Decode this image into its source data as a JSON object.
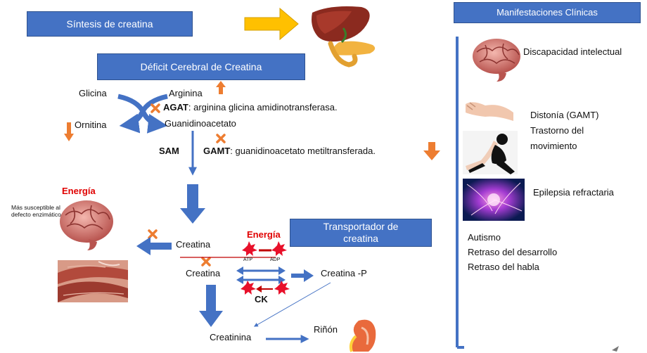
{
  "boxes": {
    "synthesis": "Síntesis de creatina",
    "deficit": "Déficit Cerebral de Creatina",
    "transporter": "Transportador de creatina",
    "manifestations": "Manifestaciones Clínicas"
  },
  "pathway": {
    "glycine": "Glicina",
    "arginine": "Arginina",
    "agat_abbr": "AGAT",
    "agat_desc": ": arginina glicina amidinotransferasa.",
    "ornithine": "Ornitina",
    "guanidinoacetate": "Guanidinoacetato",
    "sam": "SAM",
    "gamt_abbr": "GAMT",
    "gamt_desc": ": guanidinoacetato metiltransferada.",
    "energy_left": "Energía",
    "susceptible_note": "Más susceptible al defecto enzimático",
    "creatine_1": "Creatina",
    "creatine_2": "Creatina",
    "energy_mid": "Energía",
    "atp": "ATP",
    "adp": "ADP",
    "creatine_p": "Creatina -P",
    "ck": "CK",
    "creatinine": "Creatinina",
    "kidney": "Riñón"
  },
  "manifestations": {
    "intellectual": "Discapacidad intelectual",
    "dystonia": "Distonía (GAMT)",
    "movement_1": "Trastorno del",
    "movement_2": "movimiento",
    "epilepsy": "Epilepsia refractaria",
    "autism": "Autismo",
    "dev_delay": "Retraso del desarrollo",
    "speech_delay": "Retraso del habla"
  },
  "colors": {
    "box_blue": "#4472c4",
    "arrow_blue": "#4472c4",
    "orange": "#ed7d31",
    "yellow_arrow": "#ffc000",
    "red_text": "#e00000",
    "burst_red": "#e8102a"
  },
  "icons": [
    "liver-pancreas-icon",
    "brain-icon",
    "muscle-icon",
    "kidney-icon",
    "hands-icon",
    "dancer-icon",
    "neural-glow-icon"
  ]
}
